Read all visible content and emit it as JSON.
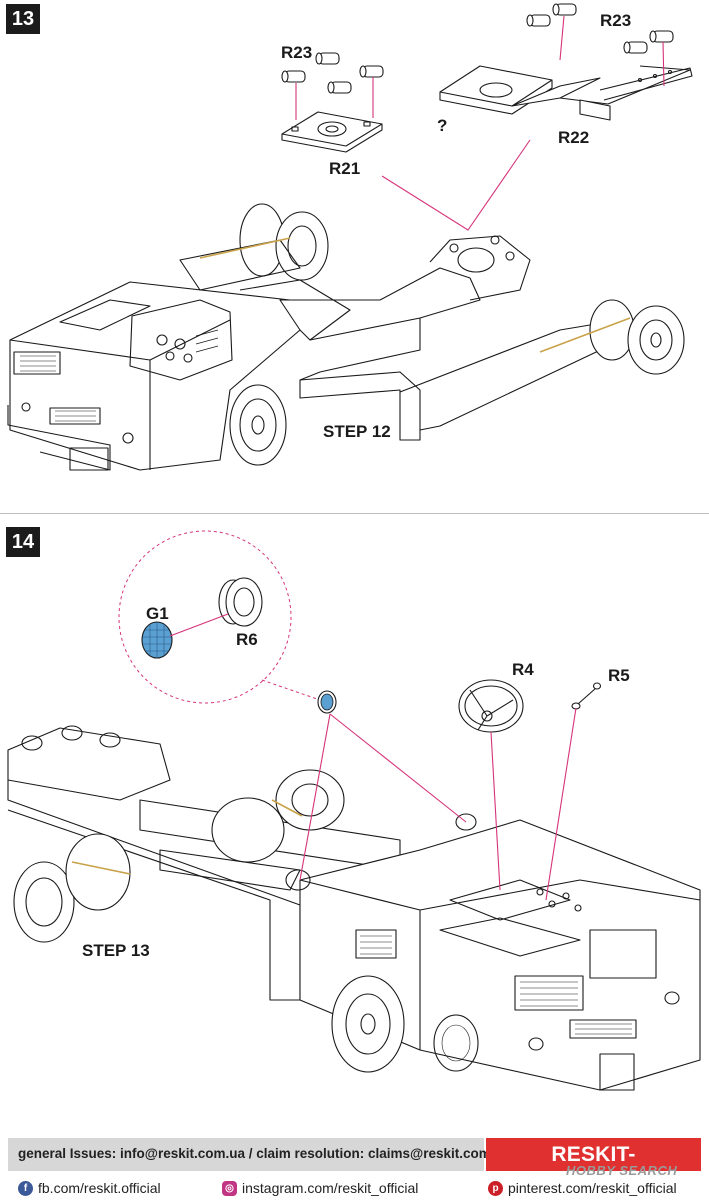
{
  "step13": {
    "badge": "13",
    "labels": {
      "r23_left": "R23",
      "r23_right": "R23",
      "r21": "R21",
      "r22": "R22",
      "question": "?"
    },
    "previous_step": "STEP 12"
  },
  "step14": {
    "badge": "14",
    "labels": {
      "g1": "G1",
      "r6": "R6",
      "r4": "R4",
      "r5": "R5"
    },
    "previous_step": "STEP 13"
  },
  "footer": {
    "contact": "general Issues: info@reskit.com.ua / claim resolution: claims@reskit.com.ua",
    "brand": "RESKIT-MODELS.COM",
    "facebook": "fb.com/reskit.official",
    "instagram": "instagram.com/reskit_official",
    "pinterest": "pinterest.com/reskit_official",
    "watermark": "HOBBY SEARCH"
  },
  "colors": {
    "leader_line": "#d6337a",
    "lens_blue": "#5aa0d2",
    "badge_bg": "#1b1b1b",
    "brand_red": "#e0302f",
    "facebook_blue": "#3b5998",
    "instagram_pink": "#c13584",
    "pinterest_red": "#cb2027"
  }
}
